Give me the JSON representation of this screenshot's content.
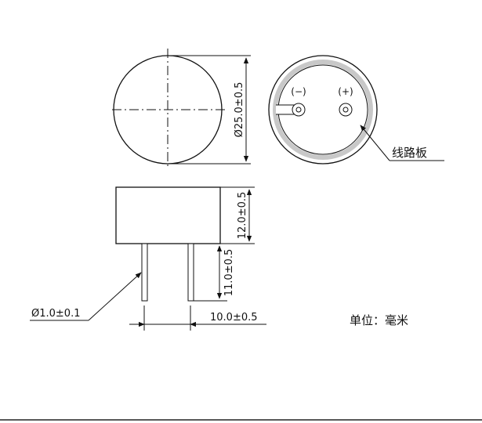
{
  "labels": {
    "diameter": "Ø25.0±0.5",
    "body_height": "12.0±0.5",
    "pin_length": "11.0±0.5",
    "pin_diameter": "Ø1.0±0.1",
    "pin_spacing": "10.0±0.5",
    "circuit_board": "线路板",
    "negative": "(−)",
    "positive": "(+)",
    "unit": "单位：毫米"
  },
  "colors": {
    "line": "#111111",
    "board_ring": "#c8c8c8",
    "background": "#ffffff"
  }
}
